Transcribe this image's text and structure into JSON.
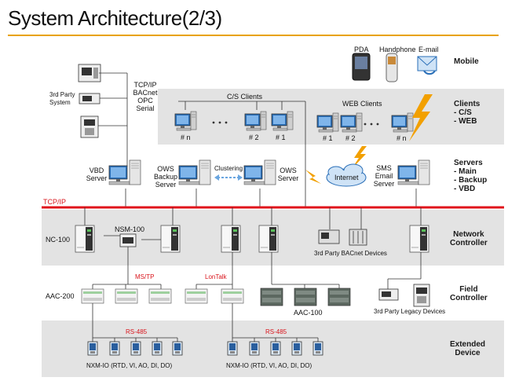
{
  "title": "System Architecture(2/3)",
  "categories": {
    "mobile": "Mobile",
    "clients": [
      "Clients",
      "- C/S",
      "- WEB"
    ],
    "servers": [
      "Servers",
      "- Main",
      "- Backup",
      "- VBD"
    ],
    "network": [
      "Network",
      "Controller"
    ],
    "field": [
      "Field",
      "Controller"
    ],
    "extended": [
      "Extended",
      "Device"
    ]
  },
  "mobile_devices": [
    "PDA",
    "Handphone",
    "E-mail"
  ],
  "third_party_system": [
    "3rd Party",
    "System"
  ],
  "protocols": [
    "TCP/IP",
    "BACnet",
    "OPC",
    "Serial"
  ],
  "cs_clients": {
    "label": "C/S Clients",
    "nodes": [
      "# n",
      "# 2",
      "# 1"
    ]
  },
  "web_clients": {
    "label": "WEB Clients",
    "nodes": [
      "# 1",
      "# 2",
      "# n"
    ]
  },
  "servers": {
    "vbd": [
      "VBD",
      "Server"
    ],
    "ows_backup": [
      "OWS",
      "Backup",
      "Server"
    ],
    "clustering": "Clustering",
    "ows": [
      "OWS",
      "Server"
    ],
    "internet": "Internet",
    "sms": [
      "SMS",
      "Email",
      "Server"
    ]
  },
  "tcpip_bus": "TCP/IP",
  "nc100": "NC-100",
  "nsm100": "NSM-100",
  "bacnet_devices": "3rd Party BACnet Devices",
  "aac200": "AAC-200",
  "mstp": "MS/TP",
  "lontalk": "LonTalk",
  "aac100": "AAC-100",
  "legacy_devices": "3rd Party Legacy Devices",
  "rs485": "RS-485",
  "nxm_io": "NXM-IO (RTD, VI, AO, DI, DO)"
}
